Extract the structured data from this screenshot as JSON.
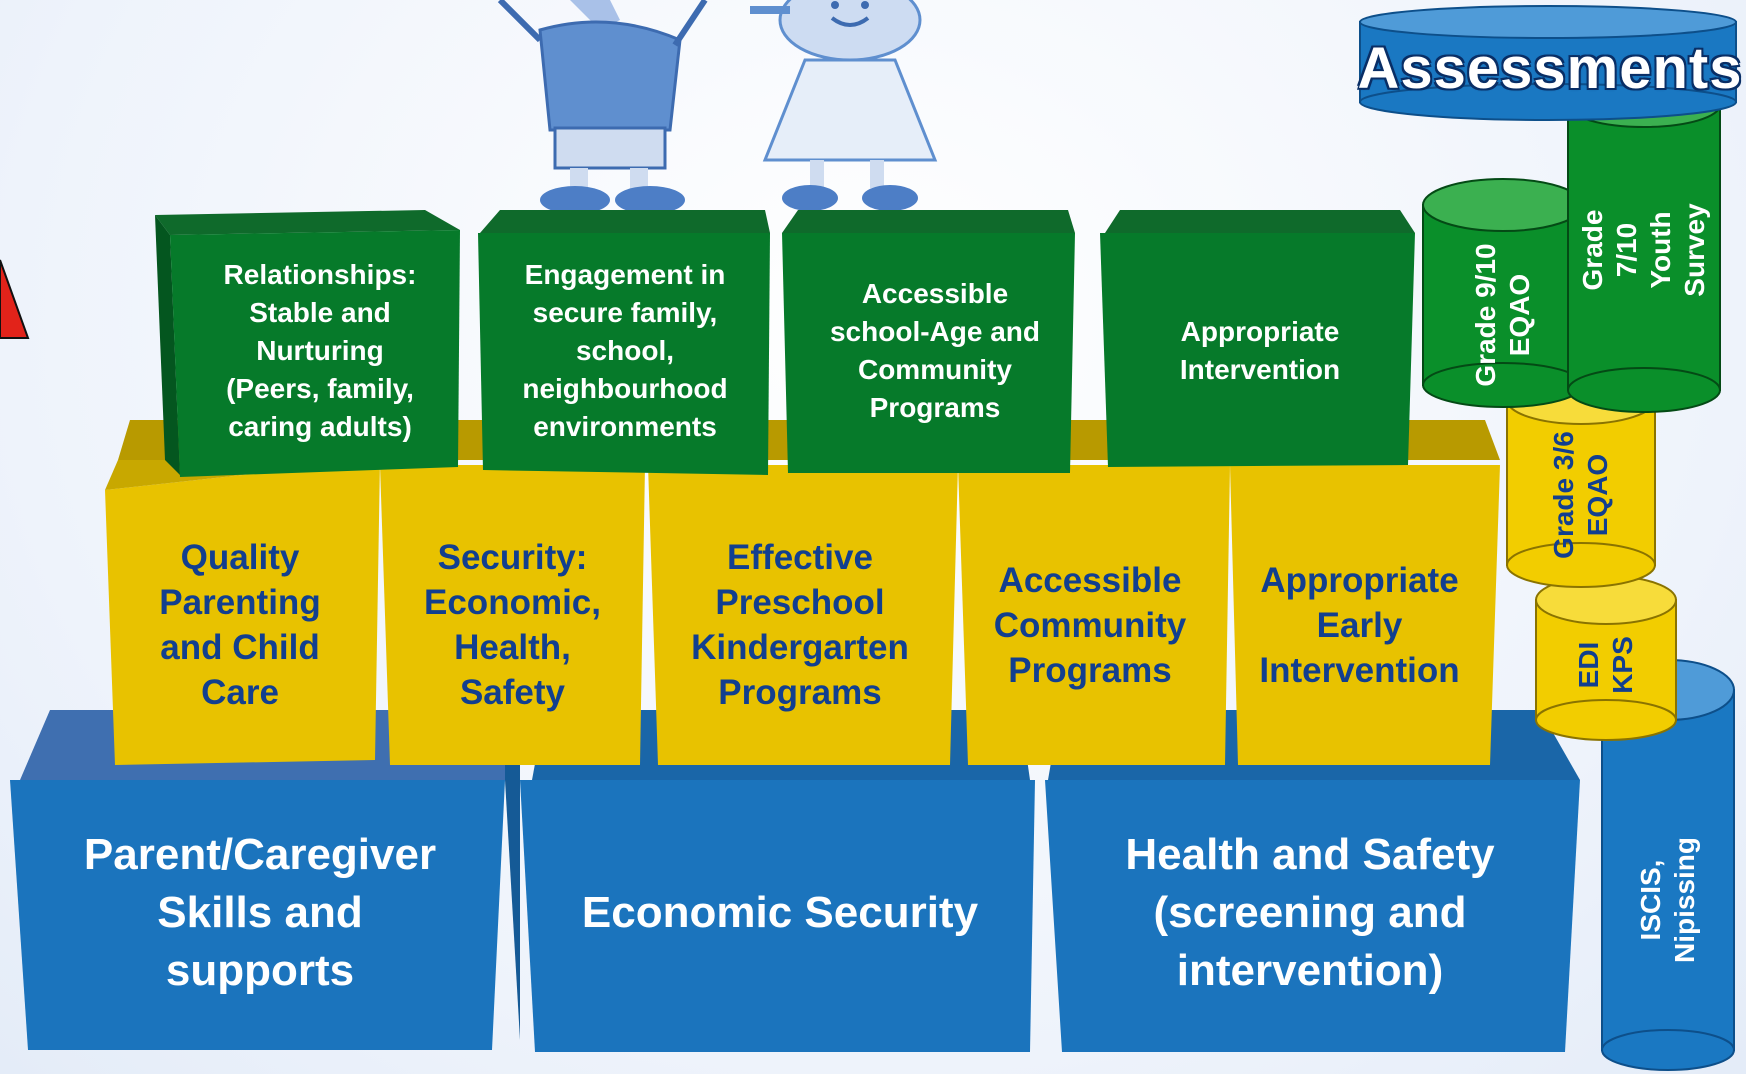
{
  "foundation": {
    "blocks": [
      {
        "label": "Parent/Caregiver\nSkills and\nsupports"
      },
      {
        "label": "Economic Security"
      },
      {
        "label": "Health and Safety\n(screening and\nintervention)"
      }
    ]
  },
  "middle": {
    "blocks": [
      {
        "label": "Quality\nParenting\nand Child\nCare"
      },
      {
        "label": "Security:\nEconomic,\nHealth,\nSafety"
      },
      {
        "label": "Effective\nPreschool\nKindergarten\nPrograms"
      },
      {
        "label": "Accessible\nCommunity\nPrograms"
      },
      {
        "label": "Appropriate\nEarly\nIntervention"
      }
    ]
  },
  "top": {
    "blocks": [
      {
        "label": "Relationships:\nStable and\nNurturing\n(Peers, family,\ncaring adults)"
      },
      {
        "label": "Engagement   in\nsecure family,\nschool,\nneighbourhood\nenvironments"
      },
      {
        "label": "Accessible\nschool-Age and\nCommunity\nPrograms"
      },
      {
        "label": "Appropriate\nIntervention"
      }
    ]
  },
  "assessments": {
    "title": "Assessments",
    "cylinders": [
      {
        "label": "Grade 7/10\nYouth Survey",
        "color": "#0a8f2a"
      },
      {
        "label": "Grade 9/10\nEQAO",
        "color": "#0a8f2a"
      },
      {
        "label": "Grade 3/6\nEQAO",
        "color": "#f2cd00"
      },
      {
        "label": "EDI\nKPS",
        "color": "#f2cd00"
      },
      {
        "label": "ISCIS,\nNipissing",
        "color": "#1a78c2"
      }
    ]
  },
  "colors": {
    "blue_block": "#1b74bd",
    "yellow_block": "#e8c200",
    "green_block": "#067a2a",
    "dark_text": "#123f8f"
  }
}
